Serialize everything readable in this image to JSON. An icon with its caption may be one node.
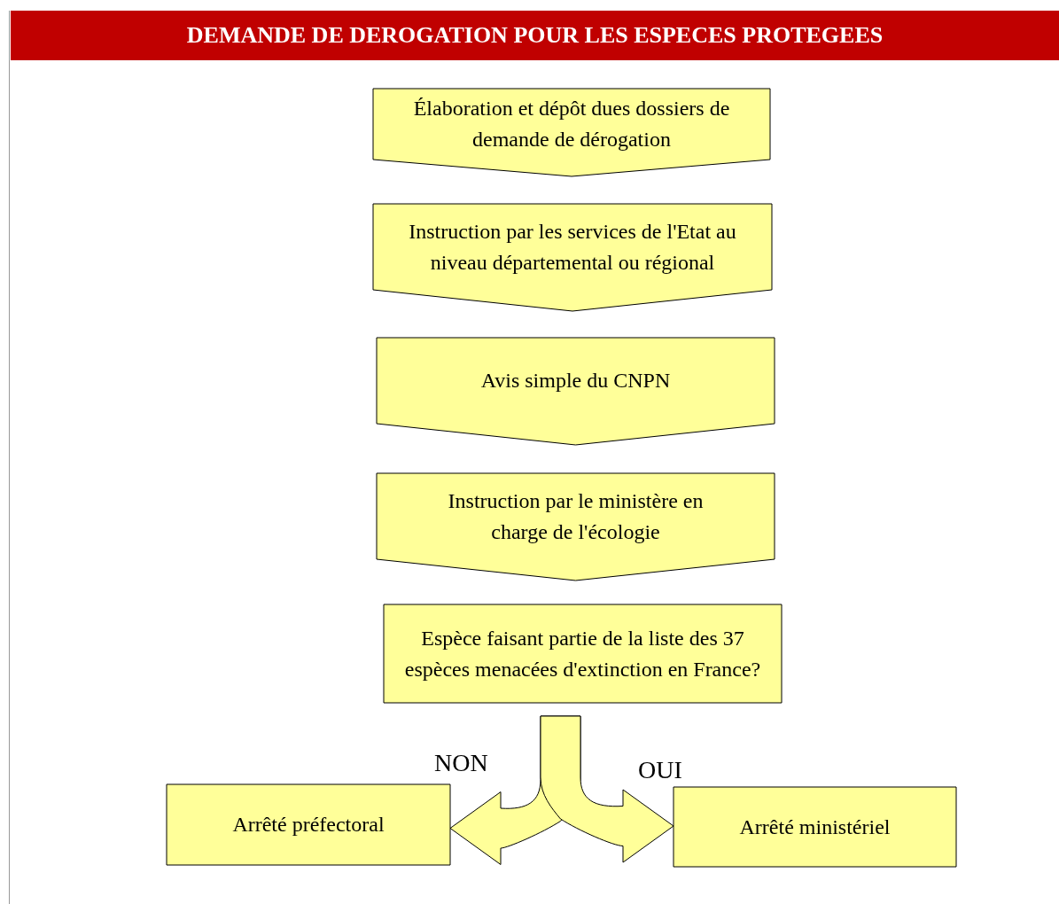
{
  "diagram": {
    "title": "DEMANDE DE DEROGATION POUR LES ESPECES PROTEGEES",
    "nodes": [
      {
        "text": [
          "Élaboration et dépôt dues dossiers de demande de dérogation"
        ]
      },
      {
        "text": [
          "Instruction par les services de l'Etat au niveau départemental ou régional"
        ]
      },
      {
        "text": [
          "Avis simple du CNPN"
        ]
      },
      {
        "text": [
          "Instruction par le ministère en charge de l'écologie"
        ]
      },
      {
        "text": [
          "Espèce faisant partie de la liste des 37 espèces menacées d'extinction en France?"
        ]
      },
      {
        "text": [
          "Arrêté préfectoral"
        ]
      },
      {
        "text": [
          "Arrêté ministériel"
        ]
      }
    ],
    "edges": [
      {
        "from": 4,
        "to": 5,
        "arrow": "to",
        "label": "NON",
        "style": "thick"
      },
      {
        "from": 4,
        "to": 6,
        "arrow": "to",
        "label": "OUI",
        "style": "thick"
      }
    ]
  }
}
